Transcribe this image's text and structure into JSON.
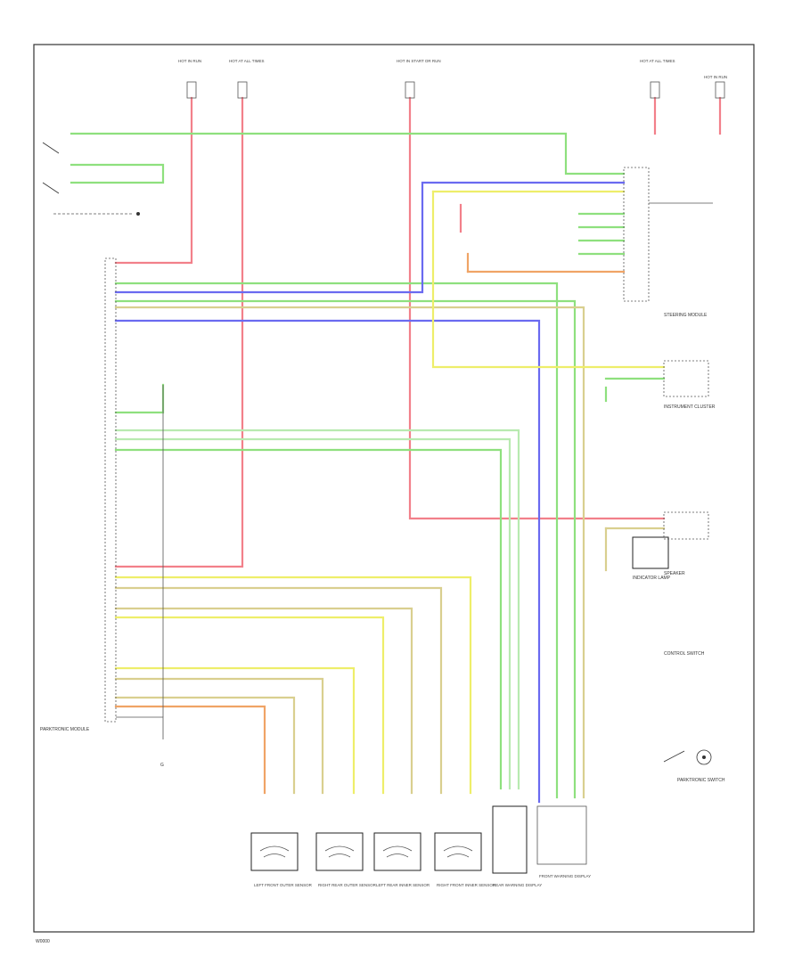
{
  "colors": {
    "red": "#f2808a",
    "green": "#8ee07e",
    "blue": "#6a6af0",
    "yellow": "#eeee6a",
    "tan": "#d9cf8f",
    "orange": "#f0a466",
    "lightgreen": "#b8eab0",
    "frame": "#333333"
  },
  "labels": {
    "footer": "W0000",
    "module": "PARKTRONIC MODULE",
    "steering": "STEERING MODULE",
    "speaker": "SPEAKER",
    "instrument": "INSTRUMENT CLUSTER",
    "indicator": "INDICATOR LAMP",
    "control_switch": "CONTROL SWITCH",
    "parktronic_switch": "PARKTRONIC SWITCH",
    "fuse1": "HOT IN RUN",
    "fuse2": "HOT AT ALL TIMES",
    "fuse3": "HOT IN START OR RUN",
    "fuse4": "HOT AT ALL TIMES",
    "fuse5": "HOT IN RUN",
    "ground": "G"
  },
  "sensors": [
    "LEFT FRONT OUTER SENSOR",
    "RIGHT REAR OUTER SENSOR",
    "LEFT REAR INNER SENSOR",
    "RIGHT FRONT INNER SENSOR",
    "REAR WARNING DISPLAY",
    "FRONT WARNING DISPLAY"
  ]
}
